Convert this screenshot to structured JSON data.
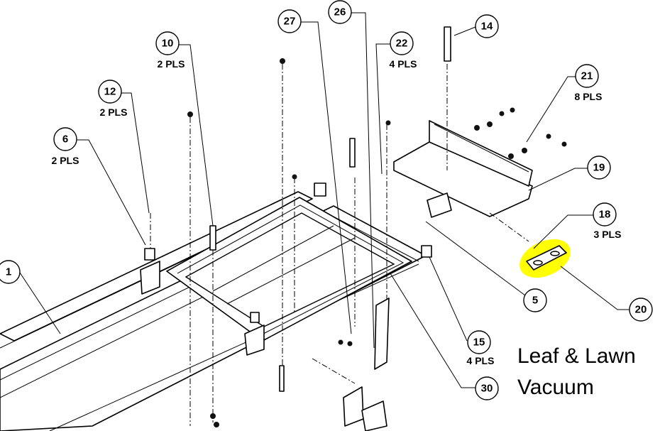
{
  "caption": {
    "line1": "Leaf & Lawn",
    "line2": "Vacuum"
  },
  "highlight_color": "#ffff00",
  "callouts": [
    {
      "id": "c1",
      "number": "1",
      "qty": ""
    },
    {
      "id": "c5",
      "number": "5",
      "qty": ""
    },
    {
      "id": "c6",
      "number": "6",
      "qty": "2 PLS"
    },
    {
      "id": "c10",
      "number": "10",
      "qty": "2 PLS"
    },
    {
      "id": "c12",
      "number": "12",
      "qty": "2 PLS"
    },
    {
      "id": "c14",
      "number": "14",
      "qty": ""
    },
    {
      "id": "c15",
      "number": "15",
      "qty": "4 PLS"
    },
    {
      "id": "c18",
      "number": "18",
      "qty": "3 PLS"
    },
    {
      "id": "c19",
      "number": "19",
      "qty": ""
    },
    {
      "id": "c20",
      "number": "20",
      "qty": ""
    },
    {
      "id": "c21",
      "number": "21",
      "qty": "8 PLS"
    },
    {
      "id": "c22",
      "number": "22",
      "qty": "4 PLS"
    },
    {
      "id": "c26",
      "number": "26",
      "qty": ""
    },
    {
      "id": "c27",
      "number": "27",
      "qty": ""
    },
    {
      "id": "c30",
      "number": "30",
      "qty": ""
    }
  ]
}
